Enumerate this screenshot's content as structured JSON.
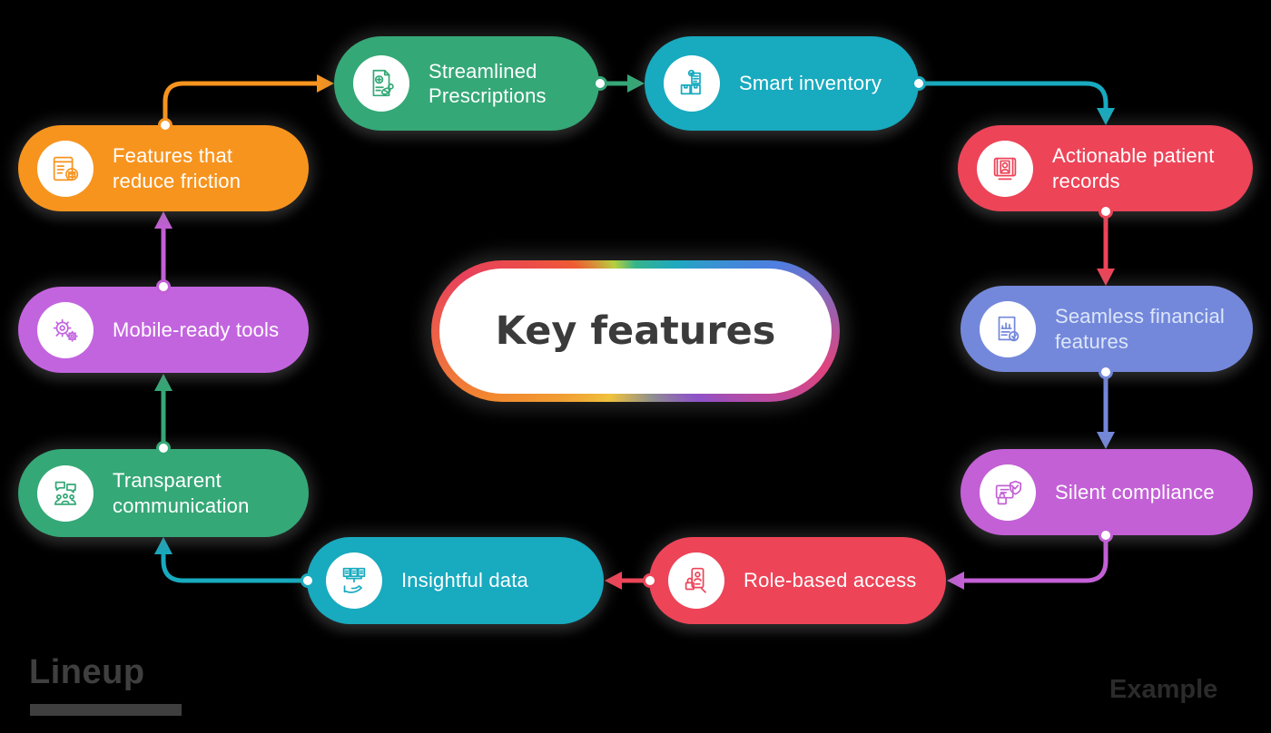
{
  "title": "Key features",
  "background_color": "#000000",
  "center": {
    "label": "Key features",
    "fill": "#ffffff",
    "text_color": "#3b3b3b",
    "border_style": "rainbow-gradient"
  },
  "nodes": [
    {
      "id": "friction",
      "label": "Features that reduce friction",
      "color": "#F7941E",
      "icon": "window-package-icon"
    },
    {
      "id": "prescriptions",
      "label": "Streamlined Prescriptions",
      "color": "#35A877",
      "icon": "prescription-icon"
    },
    {
      "id": "inventory",
      "label": "Smart inventory",
      "color": "#18AABF",
      "icon": "inventory-boxes-icon"
    },
    {
      "id": "records",
      "label": "Actionable patient records",
      "color": "#ED4458",
      "icon": "patient-record-icon"
    },
    {
      "id": "financial",
      "label": "Seamless financial features",
      "color": "#7488DB",
      "icon": "financial-report-icon"
    },
    {
      "id": "compliance",
      "label": "Silent compliance",
      "color": "#C360D6",
      "icon": "shield-lock-icon"
    },
    {
      "id": "access",
      "label": "Role-based access",
      "color": "#ED4458",
      "icon": "role-lock-icon"
    },
    {
      "id": "data",
      "label": "Insightful data",
      "color": "#18AABF",
      "icon": "data-hand-icon"
    },
    {
      "id": "communication",
      "label": "Transparent communication",
      "color": "#35A877",
      "icon": "chat-people-icon"
    },
    {
      "id": "mobile",
      "label": "Mobile-ready tools",
      "color": "#C364DF",
      "icon": "gears-icon"
    }
  ],
  "connections": [
    {
      "from": "friction",
      "to": "prescriptions",
      "color": "#F7941E"
    },
    {
      "from": "prescriptions",
      "to": "inventory",
      "color": "#35A877"
    },
    {
      "from": "inventory",
      "to": "records",
      "color": "#18AABF"
    },
    {
      "from": "records",
      "to": "financial",
      "color": "#ED4458"
    },
    {
      "from": "financial",
      "to": "compliance",
      "color": "#7488DB"
    },
    {
      "from": "compliance",
      "to": "access",
      "color": "#C360D6"
    },
    {
      "from": "access",
      "to": "data",
      "color": "#ED4458"
    },
    {
      "from": "data",
      "to": "communication",
      "color": "#18AABF"
    },
    {
      "from": "communication",
      "to": "mobile",
      "color": "#35A877"
    },
    {
      "from": "mobile",
      "to": "friction",
      "color": "#C364DF"
    }
  ],
  "footer": {
    "logo_text": "Lineup",
    "watermark_text": "Example"
  }
}
